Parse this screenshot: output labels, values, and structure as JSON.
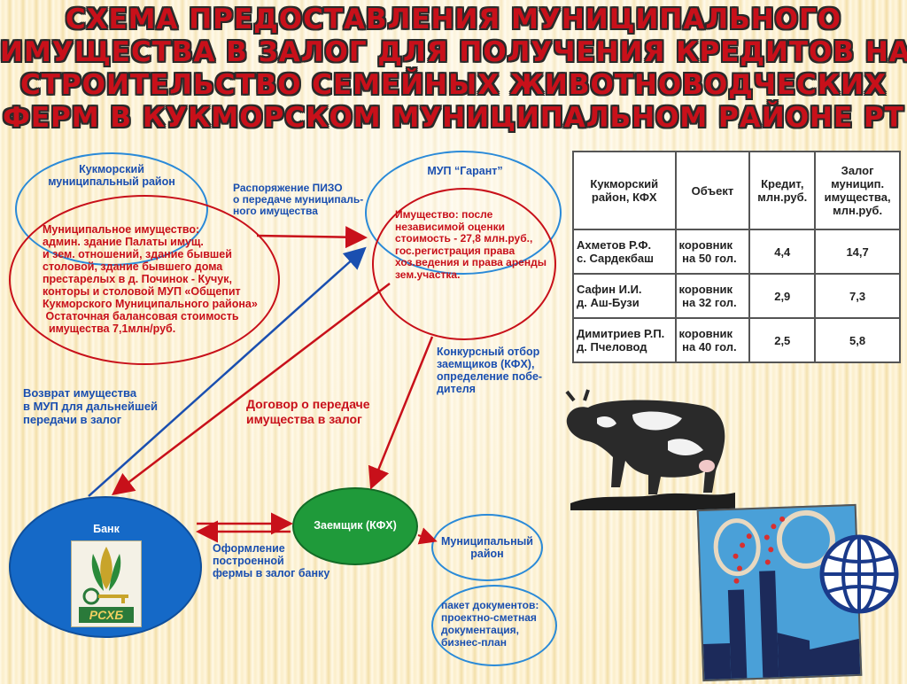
{
  "title": {
    "lines": [
      "СХЕМА ПРЕДОСТАВЛЕНИЯ МУНИЦИПАЛЬНОГО",
      "ИМУЩЕСТВА В ЗАЛОГ ДЛЯ ПОЛУЧЕНИЯ КРЕДИТОВ НА",
      "СТРОИТЕЛЬСТВО СЕМЕЙНЫХ ЖИВОТНОВОДЧЕСКИХ",
      "ФЕРМ  В КУКМОРСКОМ МУНИЦИПАЛЬНОМ РАЙОНЕ РТ"
    ]
  },
  "nodes": {
    "district": {
      "label": [
        "Кукморский",
        "муниципальный район"
      ]
    },
    "municipal_property": {
      "lines": [
        "Муниципальное имущество:",
        "админ. здание Палаты имущ.",
        "и зем. отношений, здание бывшей",
        "столовой, здание бывшего дома",
        "престарелых в д. Починок - Кучук,",
        "конторы и столовой МУП «Общепит",
        "Кукморского Муниципального района»",
        " Остаточная балансовая стоимость",
        "  имущества 7,1млн/руб."
      ]
    },
    "mup": {
      "label": "МУП “Гарант”"
    },
    "mup_property": {
      "lines": [
        "Имущество: после",
        "независимой оценки",
        "стоимость - 27,8 млн.руб.,",
        "гос.регистрация права",
        "хоз.ведения и права аренды",
        "зем.участка."
      ]
    },
    "bank": {
      "label": "Банк",
      "logo_text": "РСХБ"
    },
    "borrower": {
      "label": "Заемщик (КФХ)"
    },
    "municipal_district": {
      "label": [
        "Муниципальный",
        "район"
      ]
    },
    "documents": {
      "lines": [
        "пакет документов:",
        "проектно-сметная",
        "документация,",
        "бизнес-план"
      ]
    }
  },
  "edges": {
    "pizo_order": [
      "Распоряжение ПИЗО",
      "о передаче муниципаль-",
      "ного имущества"
    ],
    "competitive_selection": [
      "Конкурсный отбор",
      "заемщиков (КФХ),",
      "определение побе-",
      "дителя"
    ],
    "return_property": [
      "Возврат имущества",
      "в МУП для дальнейшей",
      "передачи в залог"
    ],
    "pledge_contract": [
      "Договор о передаче",
      "имущества в залог"
    ],
    "farm_registration": [
      "Оформление",
      "построенной",
      "фермы в залог банку"
    ]
  },
  "table": {
    "headers": [
      "Кукморский район, КФХ",
      "Объект",
      "Кредит, млн.руб.",
      "Залог муницип. имущества, млн.руб."
    ],
    "rows": [
      {
        "name": [
          "Ахметов Р.Ф.",
          "с. Сардекбаш"
        ],
        "object": [
          "коровник",
          " на 50 гол."
        ],
        "credit": "4,4",
        "pledge": "14,7"
      },
      {
        "name": [
          "Сафин И.И.",
          "д. Аш-Бузи"
        ],
        "object": [
          "коровник",
          " на 32 гол."
        ],
        "credit": "2,9",
        "pledge": "7,3"
      },
      {
        "name": [
          "Димитриев Р.П.",
          "д. Пчеловод"
        ],
        "object": [
          "коровник",
          " на 40 гол."
        ],
        "credit": "2,5",
        "pledge": "5,8"
      }
    ]
  },
  "colors": {
    "red": "#c8101a",
    "blue": "#1a4fb0",
    "bank_fill": "#1569c7",
    "borrower_fill": "#1f9a3a"
  }
}
